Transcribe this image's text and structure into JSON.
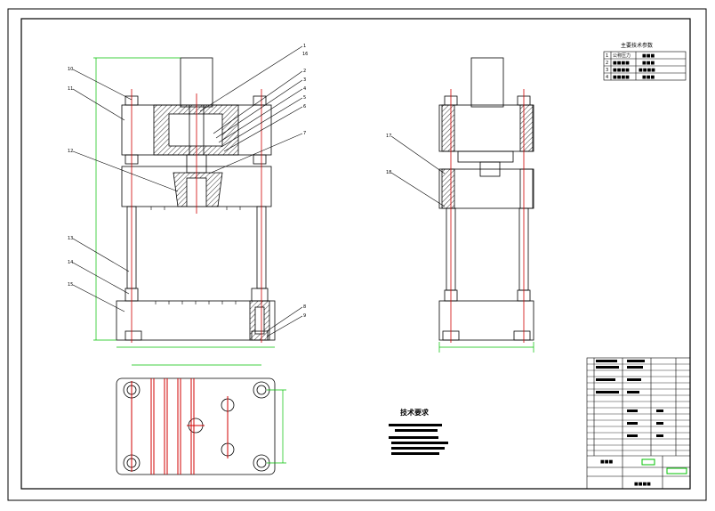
{
  "drawing": {
    "line_color": "#000000",
    "center_line_color": "#d00000",
    "dimension_color": "#00c000",
    "hatch_color": "#000000"
  },
  "front_view": {
    "callouts": [
      "1",
      "2",
      "3",
      "4",
      "5",
      "6",
      "7",
      "8",
      "9",
      "10",
      "11",
      "12",
      "13",
      "14",
      "15",
      "16"
    ]
  },
  "side_view": {
    "callouts": [
      "17",
      "18"
    ]
  },
  "parameter_table": {
    "title": "主要技术参数",
    "rows": [
      {
        "no": "1",
        "name": "公称压力",
        "value": "■■■"
      },
      {
        "no": "2",
        "name": "■■■■",
        "value": "■■■"
      },
      {
        "no": "3",
        "name": "■■■■",
        "value": "■■■■"
      },
      {
        "no": "4",
        "name": "■■■■",
        "value": "■■■"
      }
    ]
  },
  "technical_requirements": {
    "title": "技术要求"
  },
  "title_block": {
    "drawing_name": "■■■",
    "stamp": "■■■■"
  }
}
